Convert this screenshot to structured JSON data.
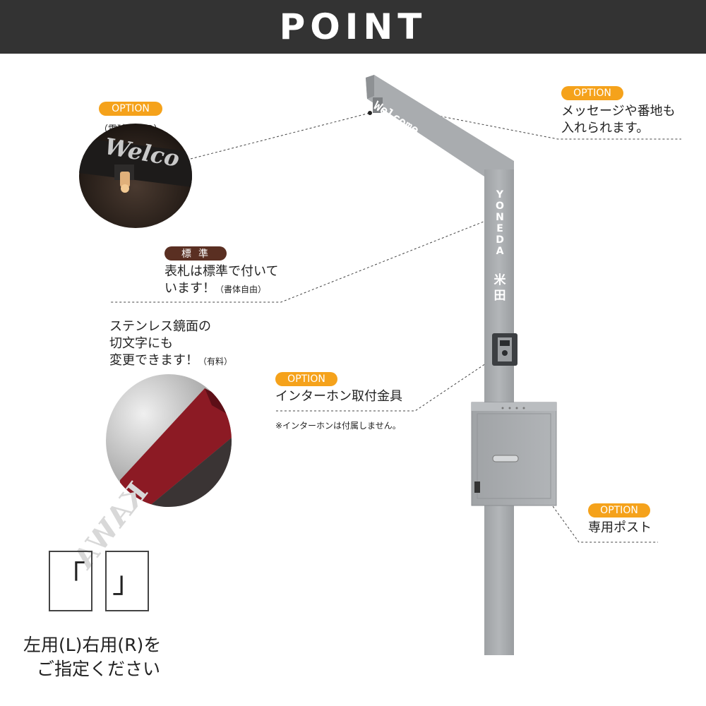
{
  "header": {
    "title": "POINT"
  },
  "callouts": {
    "led": {
      "badge": "OPTION",
      "caption": "（電球色LED）",
      "sign_text": "Welco"
    },
    "message": {
      "badge": "OPTION",
      "line1": "メッセージや番地も",
      "line2": "入れられます。"
    },
    "nameplate": {
      "badge": "標準",
      "line1": "表札は標準で付いて",
      "line2": "います！",
      "line2_small": "（書体自由）"
    },
    "stainless": {
      "line1": "ステンレス鏡面の",
      "line2": "切文字にも",
      "line3": "変更できます！",
      "line3_small": "（有料）",
      "sign_text": "KAWA"
    },
    "intercom": {
      "badge": "OPTION",
      "line1": "インターホン取付金具",
      "note": "※インターホンは付属しません。"
    },
    "post": {
      "badge": "OPTION",
      "line1": "専用ポスト"
    }
  },
  "product": {
    "arm_text": "Welcome",
    "pole_text_en": "YONEDA",
    "pole_text_jp": "米田"
  },
  "orientation": {
    "left_symbol": "「",
    "right_symbol": "」",
    "line1": "左用(L)右用(R)を",
    "line2": "ご指定ください"
  },
  "colors": {
    "header_bg": "#333333",
    "option_badge": "#f5a21b",
    "standard_badge": "#5a2f22",
    "pole": "#a4a7aa"
  }
}
